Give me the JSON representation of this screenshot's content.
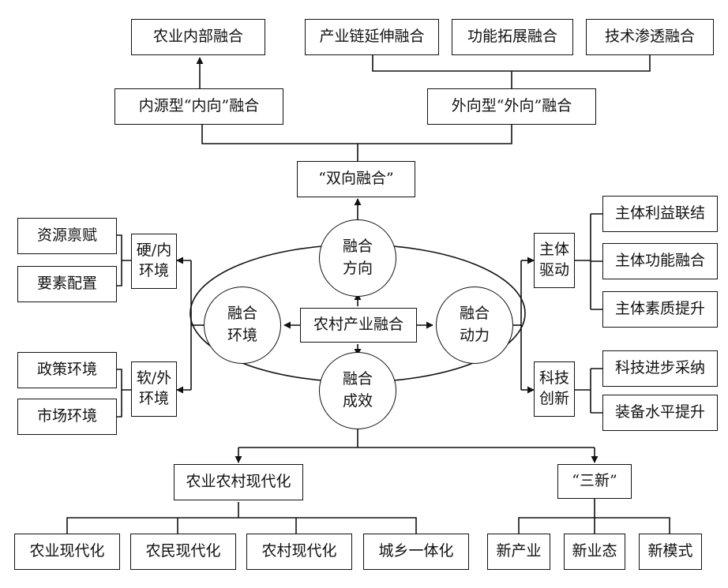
{
  "nodes": {
    "center": "农村产业融合",
    "direction": [
      "融合",
      "方向"
    ],
    "environment": [
      "融合",
      "环境"
    ],
    "driving_force": [
      "融合",
      "动力"
    ],
    "effect": [
      "融合",
      "成效"
    ],
    "two_way": "“双向融合”",
    "internal_type": "内源型“内向”融合",
    "external_type": "外向型“外向”融合",
    "intra_agri": "农业内部融合",
    "chain_extension": "产业链延伸融合",
    "function_expansion": "功能拓展融合",
    "tech_penetration": "技术渗透融合",
    "hard_env": [
      "硬/内",
      "环境"
    ],
    "soft_env": [
      "软/外",
      "环境"
    ],
    "resource_endowment": "资源禀赋",
    "factor_allocation": "要素配置",
    "policy_env": "政策环境",
    "market_env": "市场环境",
    "subject_driven": [
      "主体",
      "驱动"
    ],
    "tech_innovation": [
      "科技",
      "创新"
    ],
    "interest_link": "主体利益联结",
    "function_fusion": "主体功能融合",
    "quality_upgrade": "主体素质提升",
    "tech_adoption": "科技进步采纳",
    "equipment_level": "装备水平提升",
    "modernization": "农业农村现代化",
    "three_new": "“三新”",
    "agri_modern": "农业现代化",
    "farmer_modern": "农民现代化",
    "rural_modern": "农村现代化",
    "urban_rural": "城乡一体化",
    "new_industry": "新产业",
    "new_format": "新业态",
    "new_mode": "新模式"
  },
  "colors": {
    "line": "#111111",
    "fill": "#ffffff",
    "text": "#111111"
  }
}
